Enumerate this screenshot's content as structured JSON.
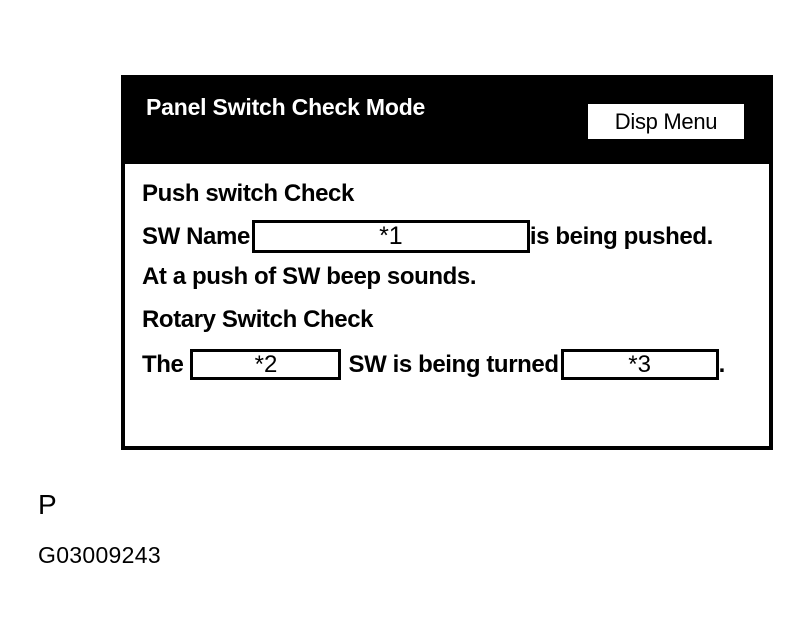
{
  "panel": {
    "header": {
      "title": "Panel Switch Check Mode",
      "disp_menu_label": "Disp Menu"
    },
    "body": {
      "push_check_heading": "Push switch Check",
      "sw_name_label": "SW Name",
      "sw_name_value": "*1",
      "sw_name_suffix": "is being pushed.",
      "beep_text": "At a push of SW beep sounds.",
      "rotary_check_heading": "Rotary Switch Check",
      "rotary_prefix": "The",
      "rotary_name_value": "*2",
      "rotary_middle": "SW is being turned",
      "rotary_direction_value": "*3",
      "rotary_suffix": "."
    }
  },
  "caption": {
    "label": "P",
    "figure_code": "G03009243"
  },
  "colors": {
    "header_background": "#000000",
    "header_text": "#ffffff",
    "panel_border": "#000000",
    "panel_background": "#ffffff",
    "body_text": "#000000"
  }
}
